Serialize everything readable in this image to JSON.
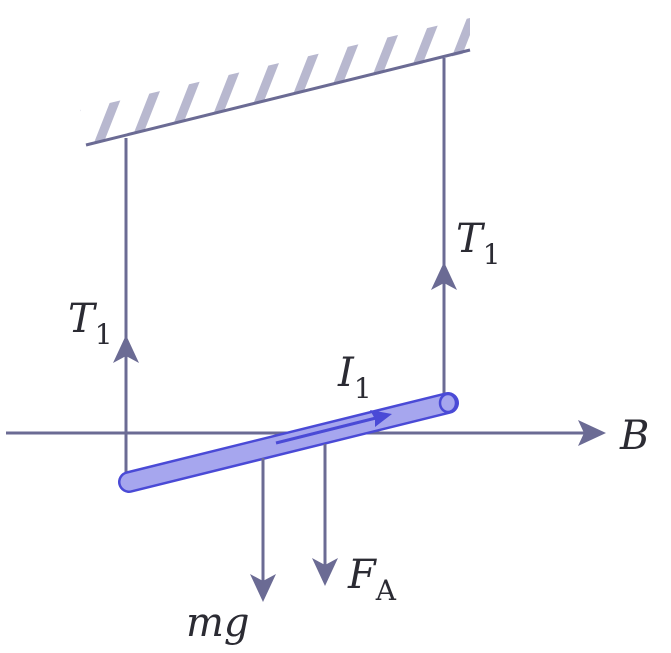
{
  "colors": {
    "line": "#6b6b94",
    "hatch": "#b8b8cf",
    "rod_fill": "#a6a6ee",
    "rod_edge": "#4a4ad6",
    "text": "#2b2b33"
  },
  "labels": {
    "tension_left": {
      "main": "T",
      "sub": "1"
    },
    "tension_right": {
      "main": "T",
      "sub": "1"
    },
    "current": {
      "main": "I",
      "sub": "1"
    },
    "field": "B",
    "weight": "mg",
    "ampere_force": {
      "main": "F",
      "sub": "A"
    }
  }
}
